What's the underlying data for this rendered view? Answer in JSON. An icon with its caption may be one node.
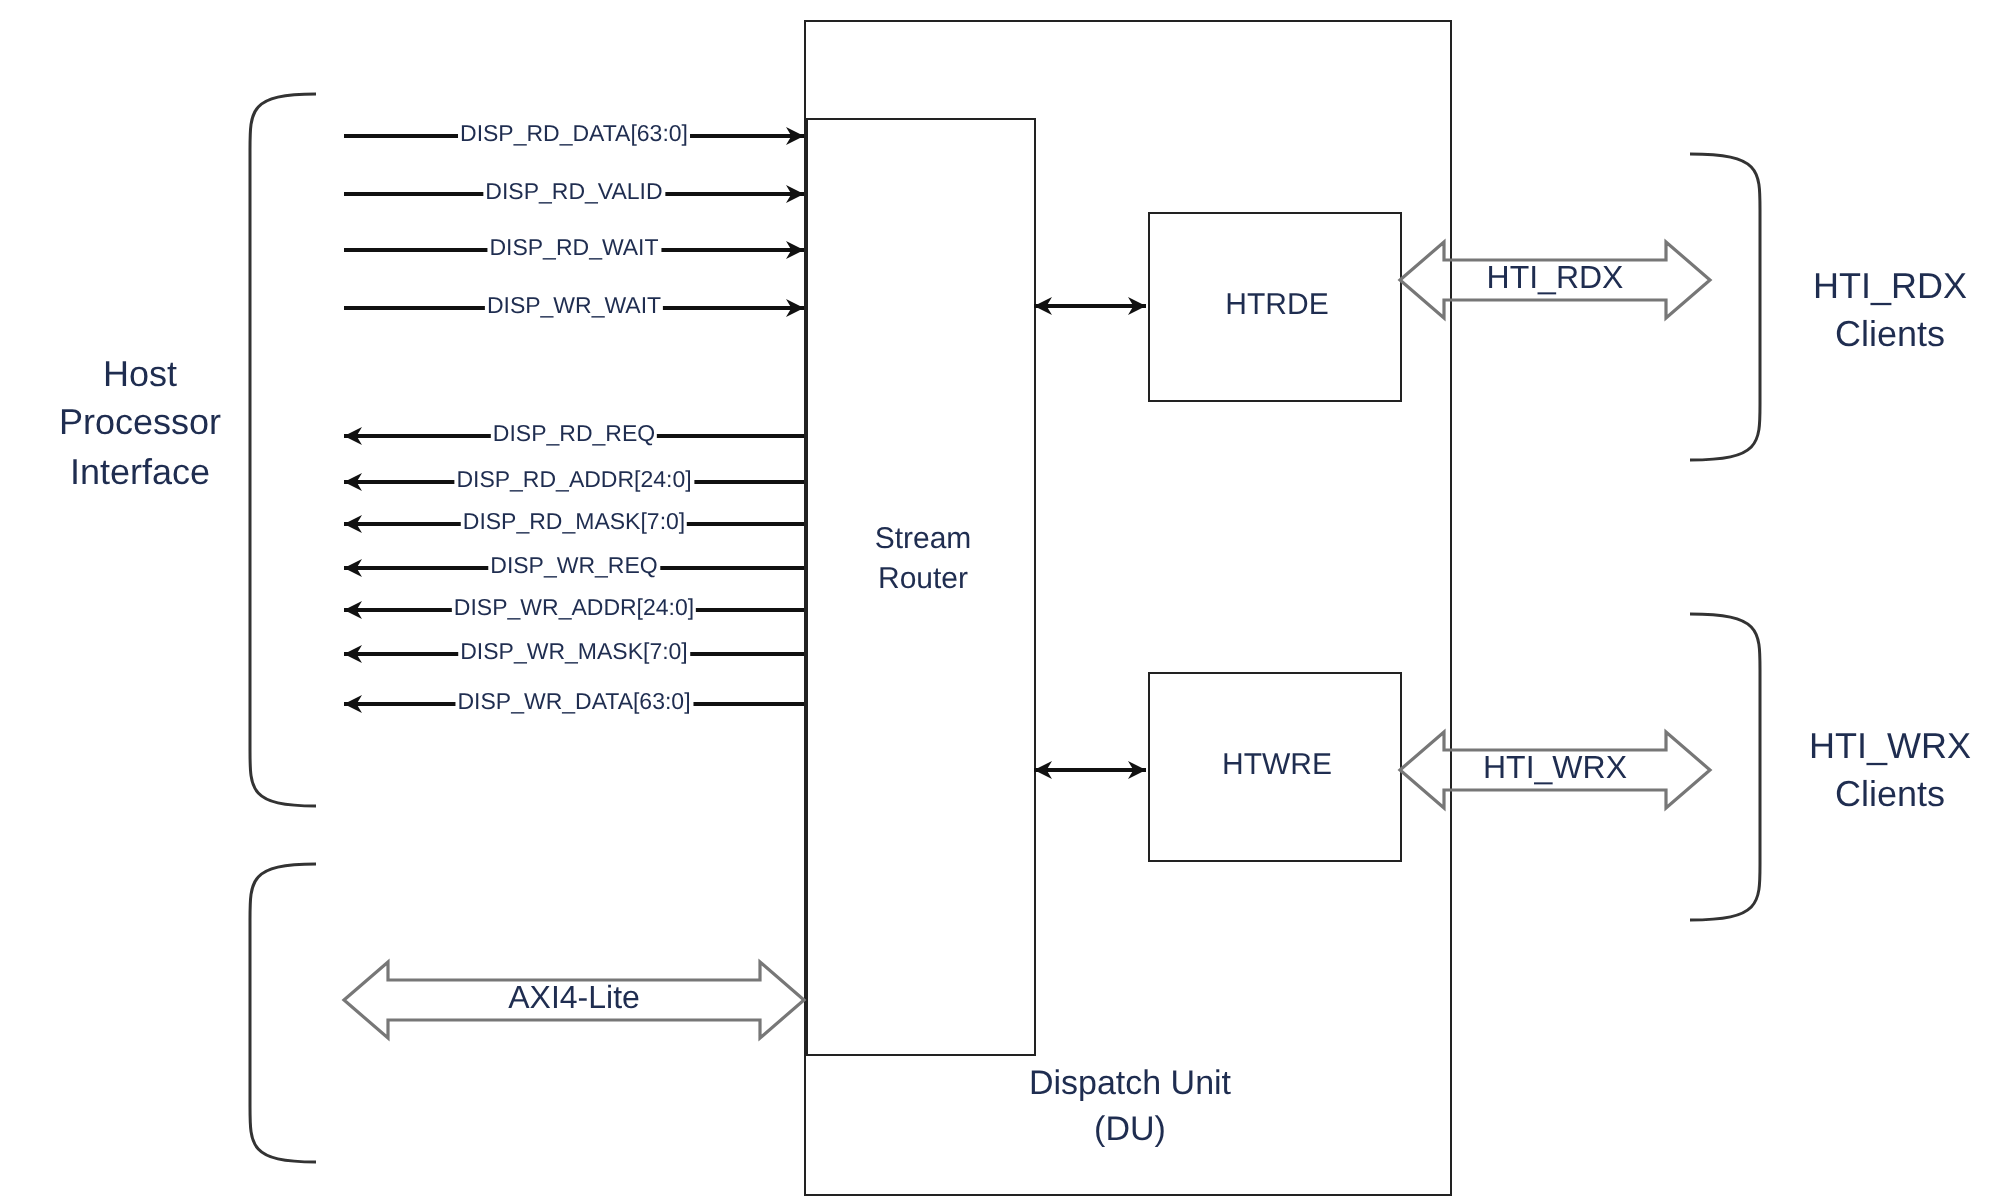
{
  "diagram": {
    "nodes": [
      {
        "text": [
          "Dispatch Unit (DU)"
        ]
      },
      {
        "text": [
          "Stream Router"
        ],
        "in": 0
      },
      {
        "text": [
          "HTRDE"
        ],
        "in": 0
      },
      {
        "text": [
          "HTWRE"
        ],
        "in": 0
      },
      {
        "text": [
          "Host Processor Interface"
        ]
      },
      {
        "text": [],
        "shape": "bracket"
      },
      {
        "text": [
          "HTI_RDX Clients"
        ]
      },
      {
        "text": [
          "HTI_WRX Clients"
        ]
      }
    ],
    "edges": [
      {
        "from": 4,
        "to": 1,
        "arrow": "to",
        "label": "DISP_RD_DATA[63:0]"
      },
      {
        "from": 4,
        "to": 1,
        "arrow": "to",
        "label": "DISP_RD_VALID"
      },
      {
        "from": 4,
        "to": 1,
        "arrow": "to",
        "label": "DISP_RD_WAIT"
      },
      {
        "from": 4,
        "to": 1,
        "arrow": "to",
        "label": "DISP_WR_WAIT"
      },
      {
        "from": 1,
        "to": 4,
        "arrow": "to",
        "label": "DISP_RD_REQ"
      },
      {
        "from": 1,
        "to": 4,
        "arrow": "to",
        "label": "DISP_RD_ADDR[24:0]"
      },
      {
        "from": 1,
        "to": 4,
        "arrow": "to",
        "label": "DISP_RD_MASK[7:0]"
      },
      {
        "from": 1,
        "to": 4,
        "arrow": "to",
        "label": "DISP_WR_REQ"
      },
      {
        "from": 1,
        "to": 4,
        "arrow": "to",
        "label": "DISP_WR_ADDR[24:0]"
      },
      {
        "from": 1,
        "to": 4,
        "arrow": "to",
        "label": "DISP_WR_MASK[7:0]"
      },
      {
        "from": 1,
        "to": 4,
        "arrow": "to",
        "label": "DISP_WR_DATA[63:0]"
      },
      {
        "from": 1,
        "to": 2,
        "arrow": "both"
      },
      {
        "from": 1,
        "to": 3,
        "arrow": "both"
      },
      {
        "from": 2,
        "to": 6,
        "arrow": "both",
        "label": "HTI_RDX",
        "style": "thick"
      },
      {
        "from": 3,
        "to": 7,
        "arrow": "both",
        "label": "HTI_WRX",
        "style": "thick"
      },
      {
        "from": 1,
        "to": 5,
        "arrow": "both",
        "label": "AXI4-Lite",
        "style": "thick"
      }
    ]
  }
}
